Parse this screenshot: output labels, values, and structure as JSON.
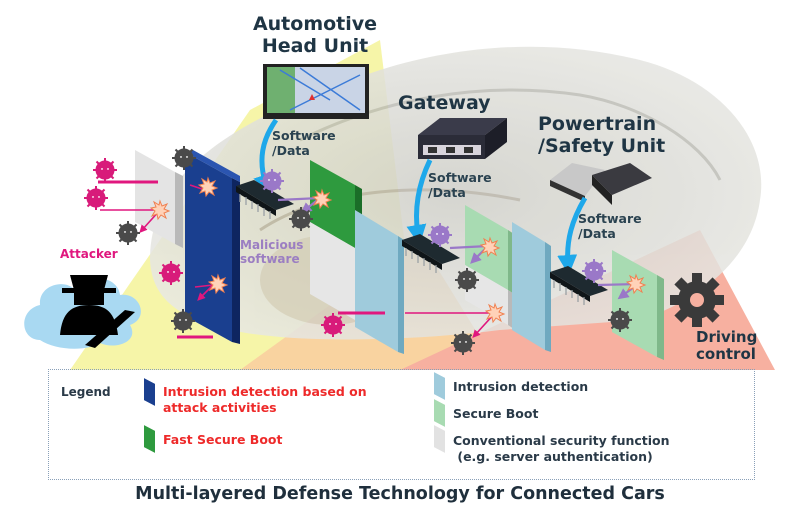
{
  "labels": {
    "head_unit": "Automotive\nHead Unit",
    "gateway": "Gateway",
    "powertrain": "Powertrain\n/Safety Unit",
    "software_data": "Software\n/Data",
    "malicious": "Malicious\nsoftware",
    "attacker": "Attacker",
    "driving_control": "Driving\ncontrol"
  },
  "legend": {
    "title": "Legend",
    "items": [
      {
        "label": "Intrusion detection based on\nattack activities",
        "color": "#1a3f8f",
        "text_color": "#ee2a2a"
      },
      {
        "label": "Fast Secure Boot",
        "color": "#2e9a3e",
        "text_color": "#ee2a2a"
      },
      {
        "label": "Intrusion detection",
        "color": "#9fcbdc",
        "text_color": "#2a3a48"
      },
      {
        "label": "Secure Boot",
        "color": "#a8dbb2",
        "text_color": "#2a3a48"
      },
      {
        "label": "Conventional security function\n (e.g. server authentication)",
        "color": "#e2e2e2",
        "text_color": "#2a3a48"
      }
    ]
  },
  "title": "Multi-layered Defense Technology for Connected Cars",
  "colors": {
    "zone_yellow": "#f6f5a8",
    "zone_orange": "#f9d3a0",
    "zone_salmon": "#f7b0a0",
    "arrow_blue": "#1ea8ea",
    "virus_magenta": "#d81b7a",
    "virus_purple": "#9a78c8",
    "virus_gray": "#4a4a4a"
  }
}
